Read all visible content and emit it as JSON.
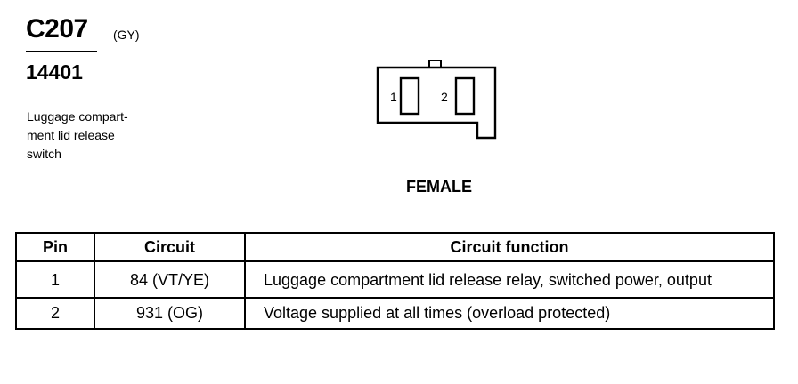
{
  "header": {
    "connector_id": "C207",
    "connector_color": "(GY)",
    "part_number": "14401",
    "description_lines": [
      "Luggage compart-",
      "ment lid release",
      "switch"
    ]
  },
  "connector": {
    "pins": [
      "1",
      "2"
    ],
    "view_label": "FEMALE"
  },
  "table": {
    "headers": {
      "pin": "Pin",
      "circuit": "Circuit",
      "function": "Circuit function"
    },
    "rows": [
      {
        "pin": "1",
        "circuit": "84 (VT/YE)",
        "function": "Luggage compartment lid release relay, switched power, output"
      },
      {
        "pin": "2",
        "circuit": "931 (OG)",
        "function": "Voltage supplied at all times (overload protected)"
      }
    ]
  }
}
